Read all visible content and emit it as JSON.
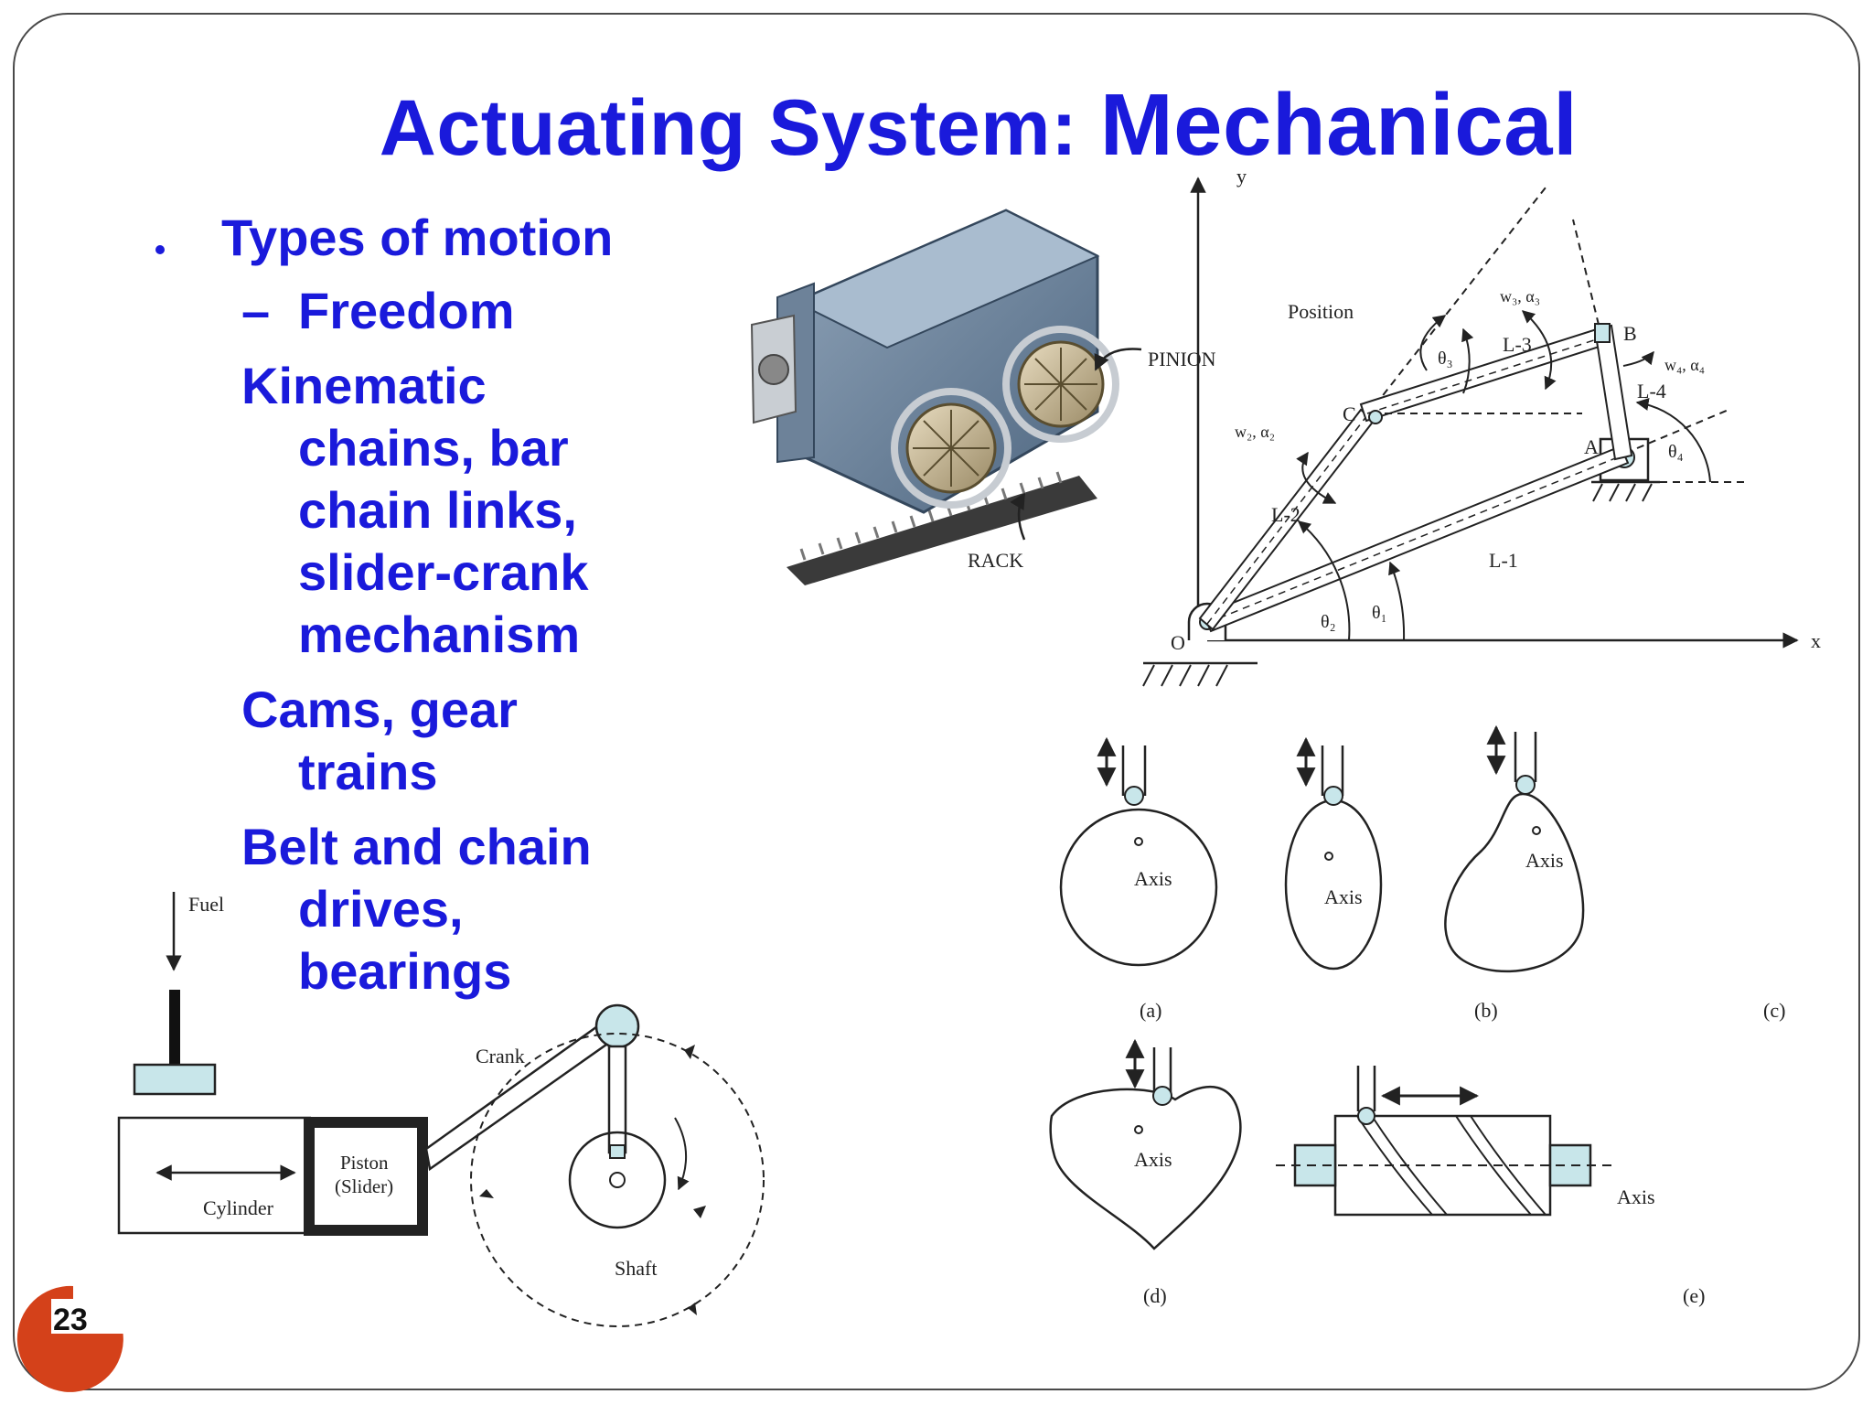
{
  "slide": {
    "title_part1": "Actuating System: ",
    "title_part2": "Mechanical",
    "page_number": "23",
    "accent_color": "#1a1adb",
    "badge_color": "#d4411a"
  },
  "bullets": {
    "l1": "Types of motion",
    "l2_dash": "–",
    "l2": "Freedom",
    "l3": "Kinematic",
    "l4": "chains, bar",
    "l5": "chain links,",
    "l6": "slider-crank",
    "l7": "mechanism",
    "l8": "Cams, gear",
    "l9": "trains",
    "l10": "Belt and chain",
    "l11": "drives,",
    "l12": "bearings"
  },
  "rack_pinion": {
    "pinion_label": "PINION",
    "rack_label": "RACK"
  },
  "linkage": {
    "y_axis": "y",
    "x_axis": "x",
    "position": "Position",
    "b": "B",
    "c": "C",
    "a": "A",
    "o": "O",
    "l1": "L-1",
    "l2": "L-2",
    "l3": "L-3",
    "l4": "L-4",
    "w3": "w₃, α₃",
    "w4": "w₄, α₄",
    "w2": "w₂, α₂",
    "theta1": "θ₁",
    "theta2": "θ₂",
    "theta3": "θ₃",
    "theta4": "θ₄"
  },
  "cams": {
    "axis": "Axis",
    "a": "(a)",
    "b": "(b)",
    "c": "(c)",
    "d": "(d)",
    "e": "(e)"
  },
  "slider_crank": {
    "fuel": "Fuel",
    "crank": "Crank",
    "piston_1": "Piston",
    "piston_2": "(Slider)",
    "cylinder": "Cylinder",
    "shaft": "Shaft"
  }
}
